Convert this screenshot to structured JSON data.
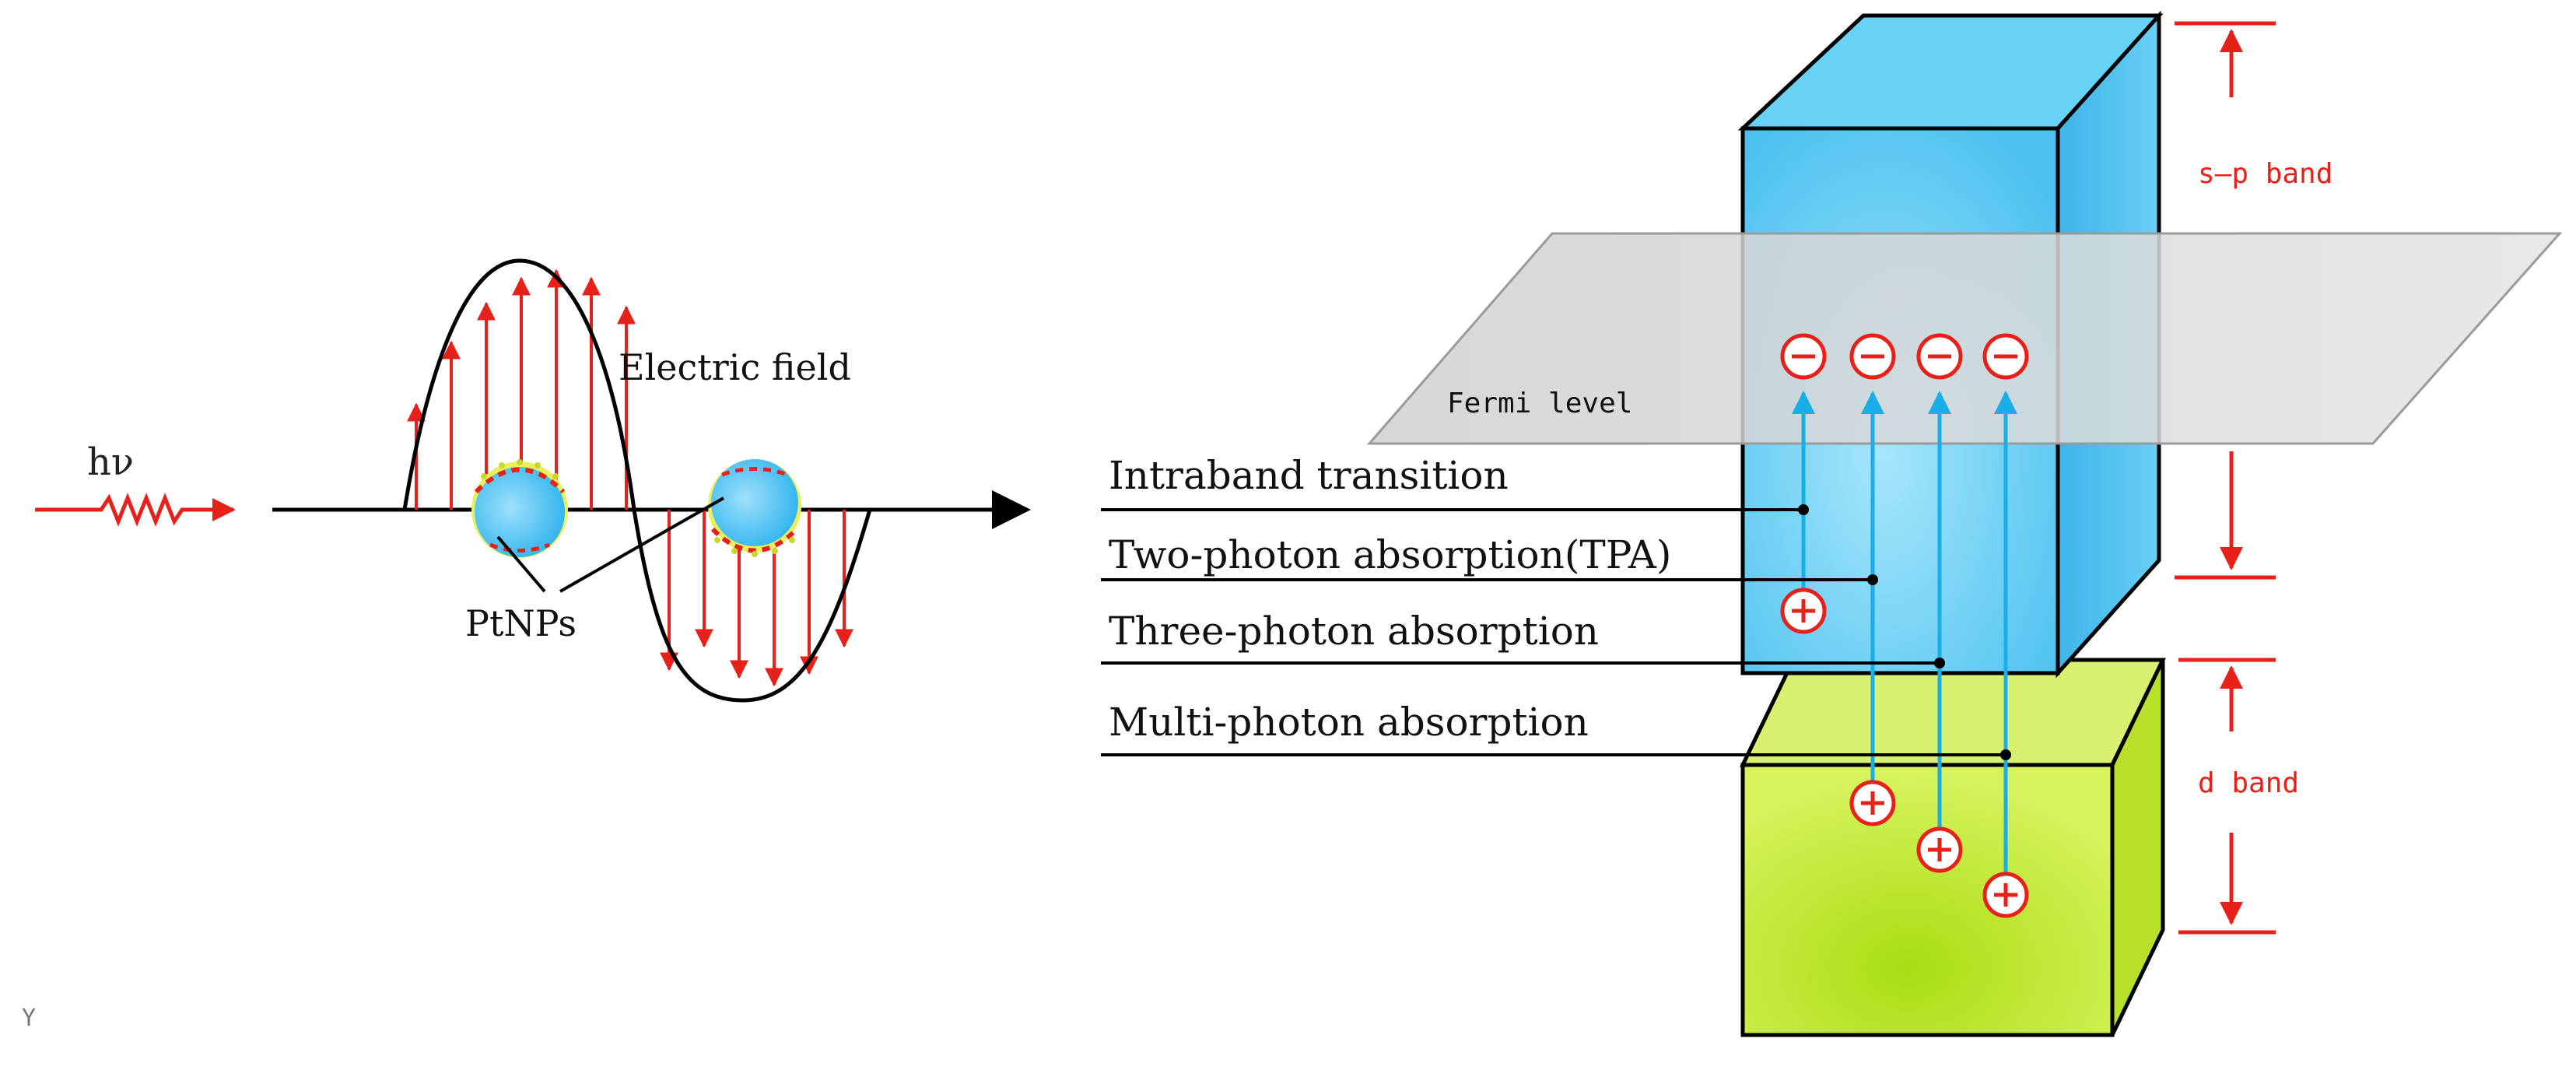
{
  "wave_labels": {
    "photon": "hν",
    "electric_field": "Electric field",
    "nanoparticles": "PtNPs"
  },
  "band_labels": {
    "sp_band": "s–p band",
    "d_band": "d band",
    "fermi_level": "Fermi level"
  },
  "transitions": [
    "Intraband transition",
    "Two-photon absorption(TPA)",
    "Three-photon absorption",
    "Multi-photon absorption"
  ],
  "corner_mark": "Y",
  "symbols": {
    "electron": "minus-circle",
    "hole": "plus-circle"
  },
  "colors": {
    "field_arrows": "#e8201a",
    "sp_band": "#5bc8f2",
    "d_band": "#c9ec3c",
    "fermi_plane": "#d8d8d8",
    "transition_arrows": "#1aaee8",
    "outline": "#000000"
  }
}
